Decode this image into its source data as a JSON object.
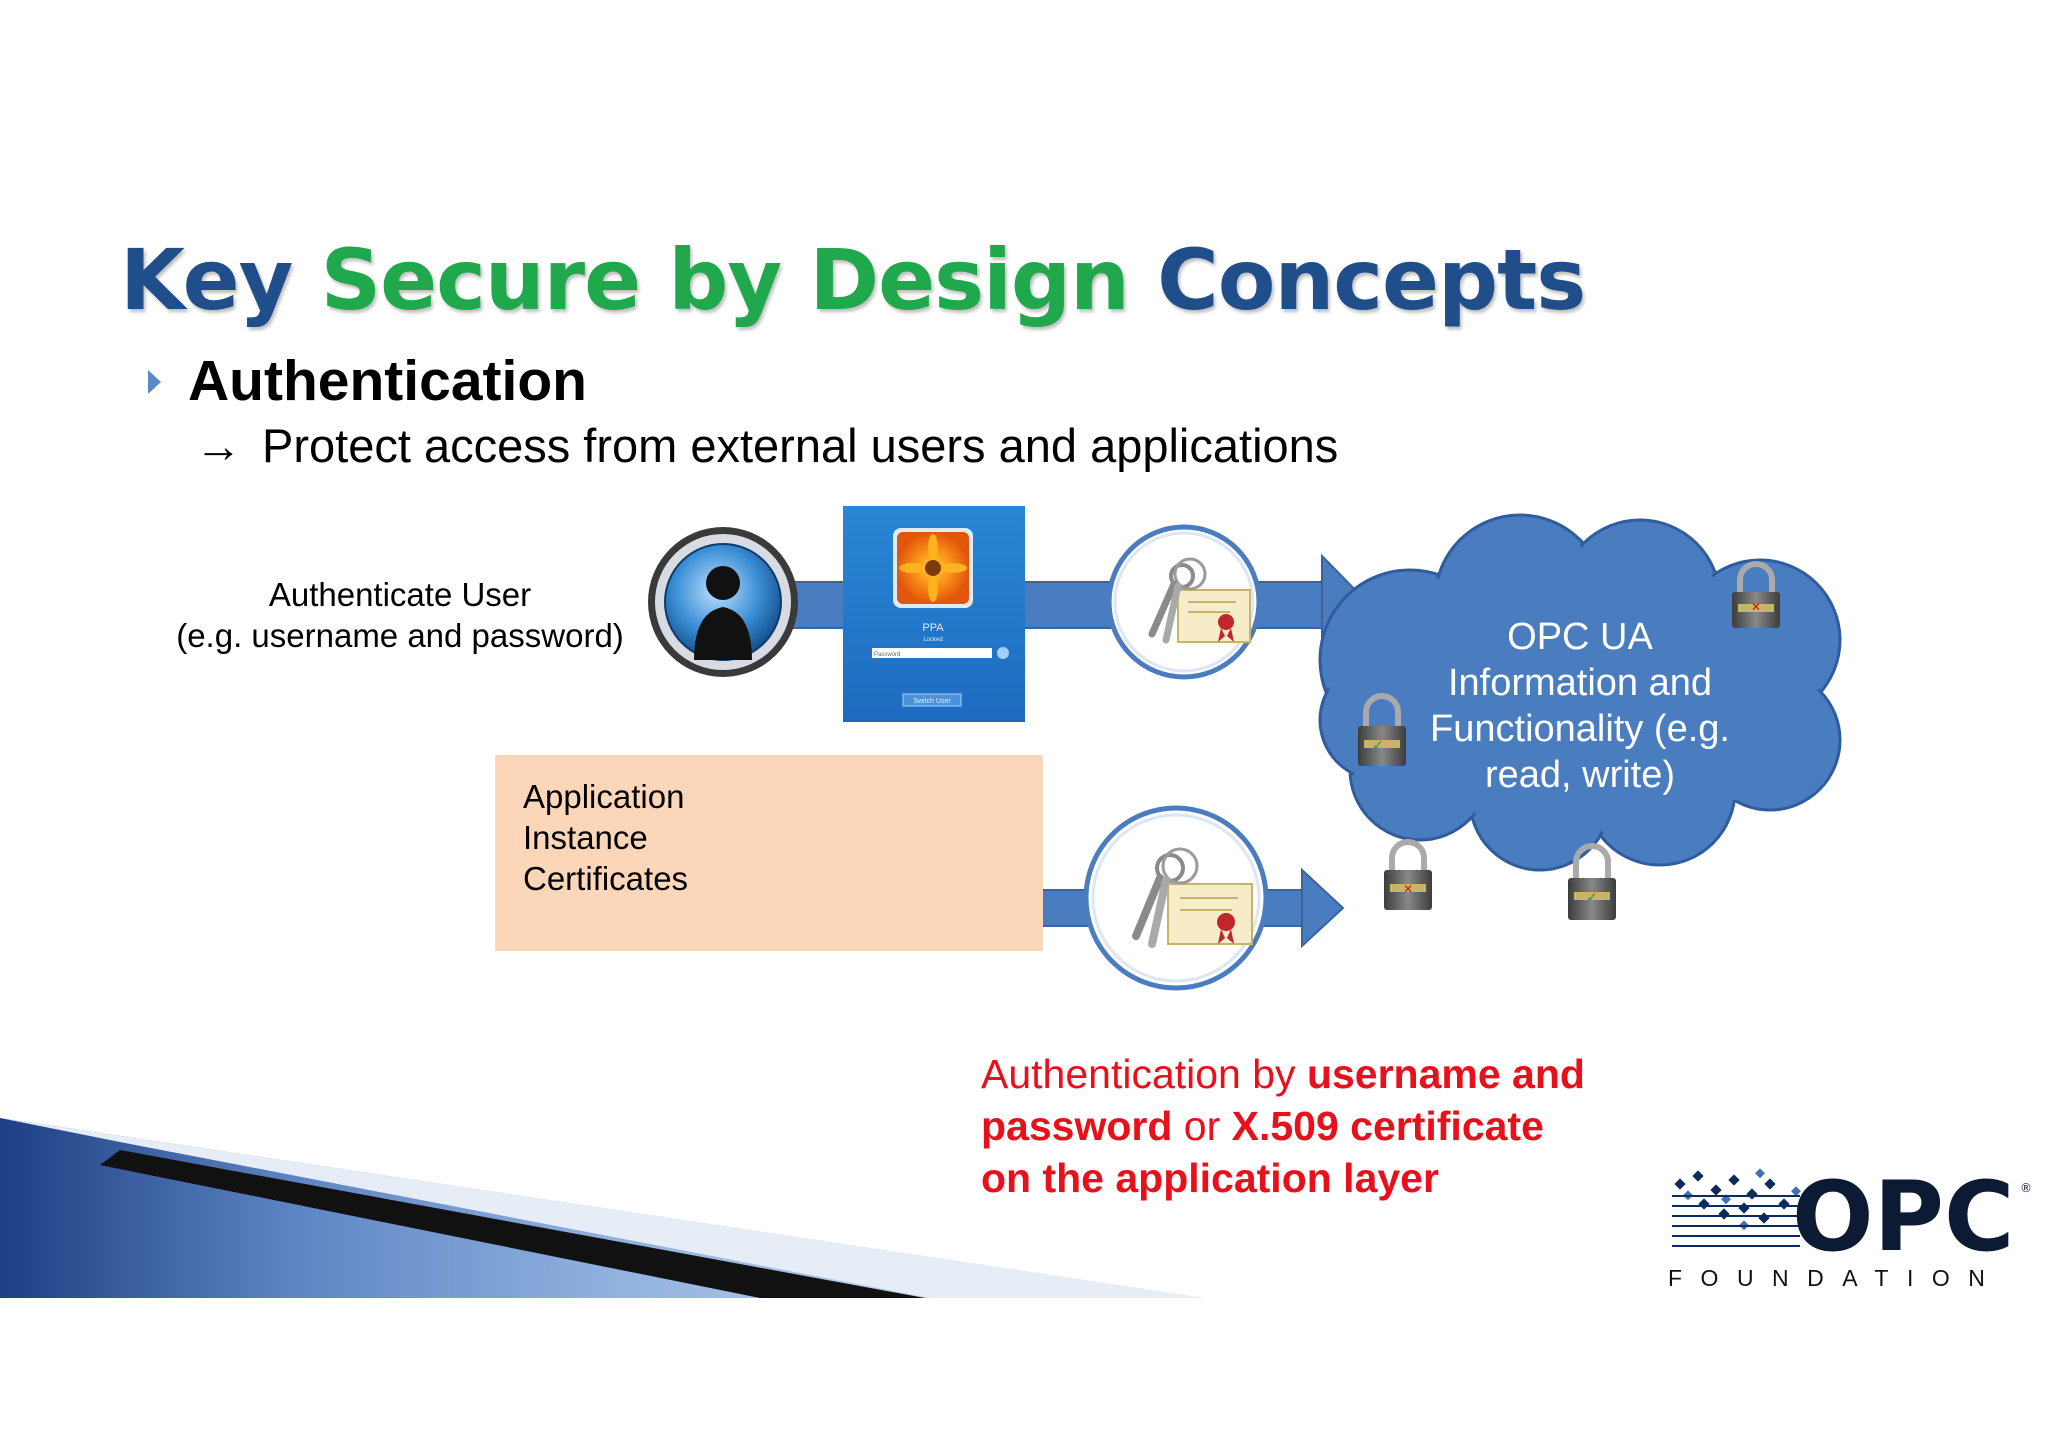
{
  "title": {
    "part1": "Key",
    "part2": "Secure by Design",
    "part3": "Concepts"
  },
  "bullet": {
    "heading": "Authentication",
    "arrow": "→",
    "subtext": "Protect access from external users and applications"
  },
  "diagram": {
    "user_label_line1": "Authenticate User",
    "user_label_line2": "(e.g. username and password)",
    "login_screen": {
      "user_name": "PPA",
      "status": "Locked",
      "password_placeholder": "Password",
      "switch_button": "Switch User"
    },
    "app_box": {
      "line1": "Application",
      "line2": "Instance",
      "line3": "Certificates",
      "color": "#fbd6b8"
    },
    "cloud": {
      "line1": "OPC UA",
      "line2": "Information and",
      "line3": "Functionality (e.g.",
      "line4": "read, write)",
      "color": "#4a7cc0"
    },
    "icons": [
      "user-avatar-icon",
      "login-screen-icon",
      "keys-certificate-icon",
      "computer-certificate-icon",
      "padlock-check-icon",
      "padlock-x-icon",
      "arrow-icon"
    ]
  },
  "note": {
    "t1": "Authentication by ",
    "b1": "username and",
    "b2": "password",
    "t2": " or ",
    "b3": "X.509 certificate",
    "b4": "on the application layer",
    "color": "#e8101a"
  },
  "logo": {
    "text": "OPC",
    "subtext": "FOUNDATION",
    "registered": "®"
  },
  "colors": {
    "title_blue": "#1f4e8a",
    "title_green": "#1fa84c",
    "arrow_blue": "#4a7cc0"
  }
}
